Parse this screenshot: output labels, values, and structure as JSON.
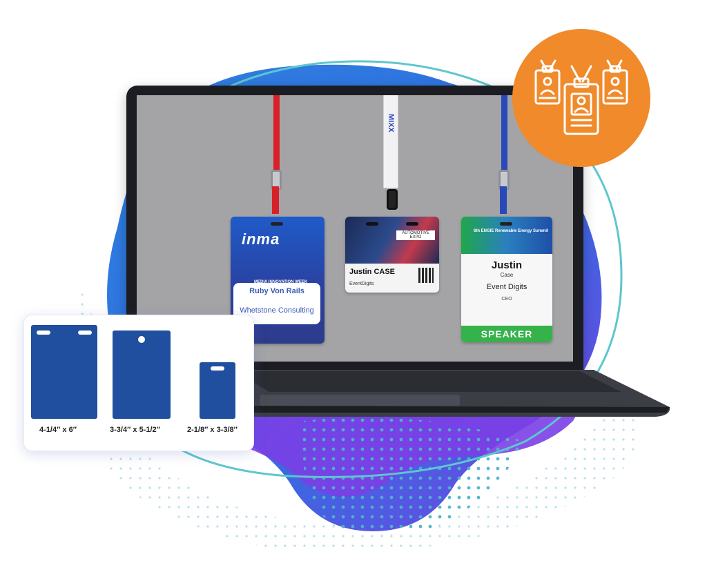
{
  "colors": {
    "blob_blue": "#2f7fe0",
    "blob_purple": "#7b3fe6",
    "dots_teal": "#4fb3c9",
    "accent_orange": "#f08a2a",
    "holder_blue": "#1f4f9e",
    "speaker_green": "#35b24a"
  },
  "icon": {
    "name": "id-badges-icon"
  },
  "laptop": {
    "badges": [
      {
        "brand": "inma",
        "event": "MEDIA INNOVATION WEEK",
        "name": "Ruby Von Rails",
        "company": "Whetstone Consulting",
        "lanyard_color": "red"
      },
      {
        "brand_tag": "AUTOMOTIVE EXPO",
        "name": "Justin CASE",
        "company": "EventDigits",
        "lanyard_text": "MIXX",
        "lanyard_color": "white"
      },
      {
        "title": "6th ENGIE Renewable Energy Summit",
        "first_name": "Justin",
        "last_name": "Case",
        "company": "Event Digits",
        "role": "CEO",
        "type": "SPEAKER",
        "lanyard_color": "blue"
      }
    ]
  },
  "sizes": [
    {
      "label": "4-1/4″ x 6″"
    },
    {
      "label": "3-3/4″ x 5-1/2″"
    },
    {
      "label": "2-1/8″ x 3-3/8″"
    }
  ]
}
